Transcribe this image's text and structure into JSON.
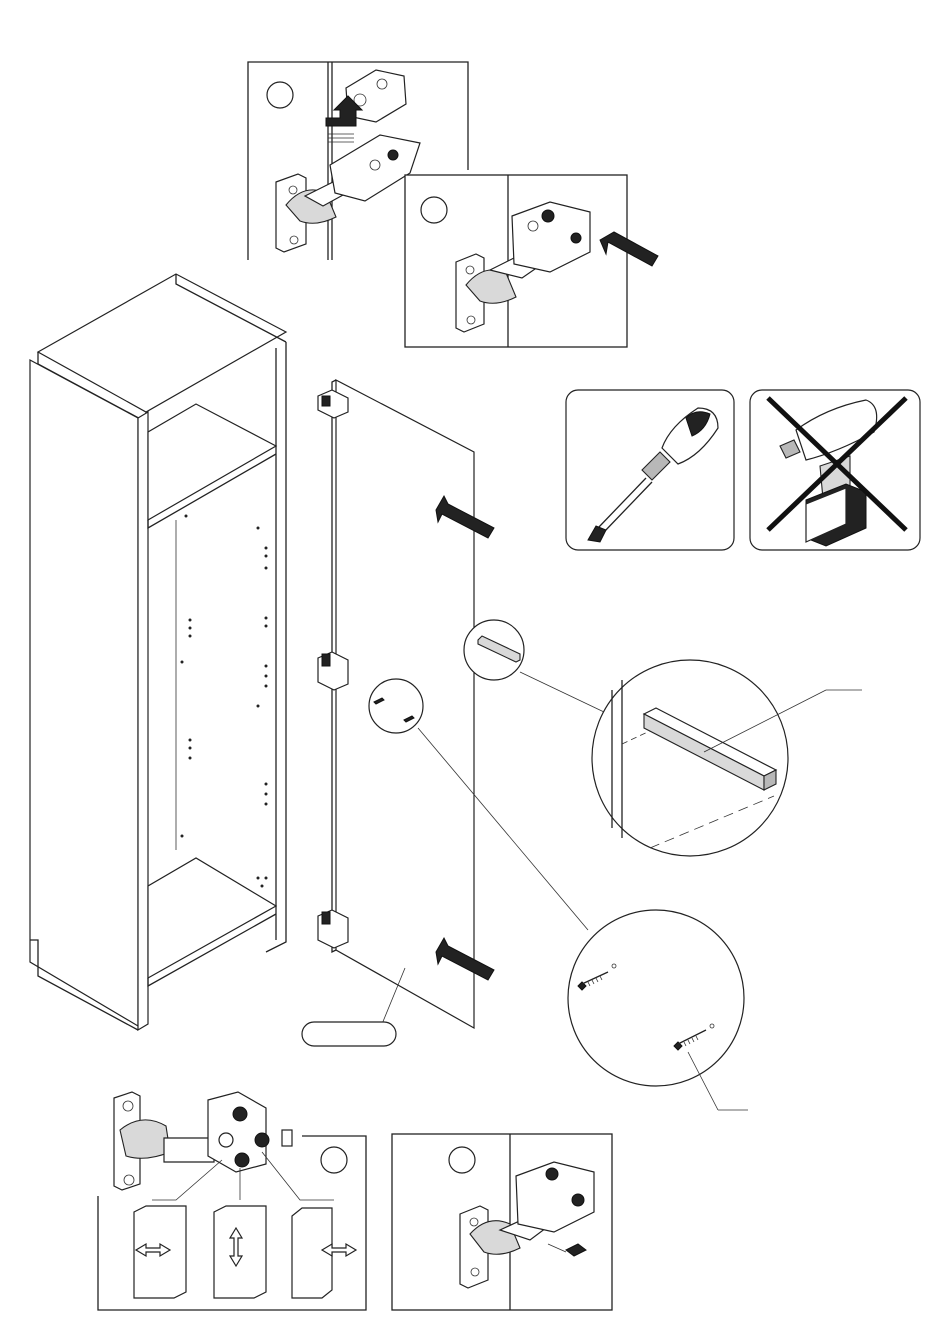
{
  "diagram": {
    "steps": [
      {
        "id": "step-a",
        "label": ""
      },
      {
        "id": "step-b",
        "label": ""
      },
      {
        "id": "step-c",
        "label": ""
      },
      {
        "id": "step-d",
        "label": ""
      }
    ],
    "part_callout_label": "",
    "icons": {
      "allowed_tool": "screwdriver-icon",
      "forbidden_tool": "power-drill-icon"
    },
    "colors": {
      "line": "#222222",
      "fill_light": "#d9d9d9",
      "fill_dark": "#222222"
    }
  }
}
